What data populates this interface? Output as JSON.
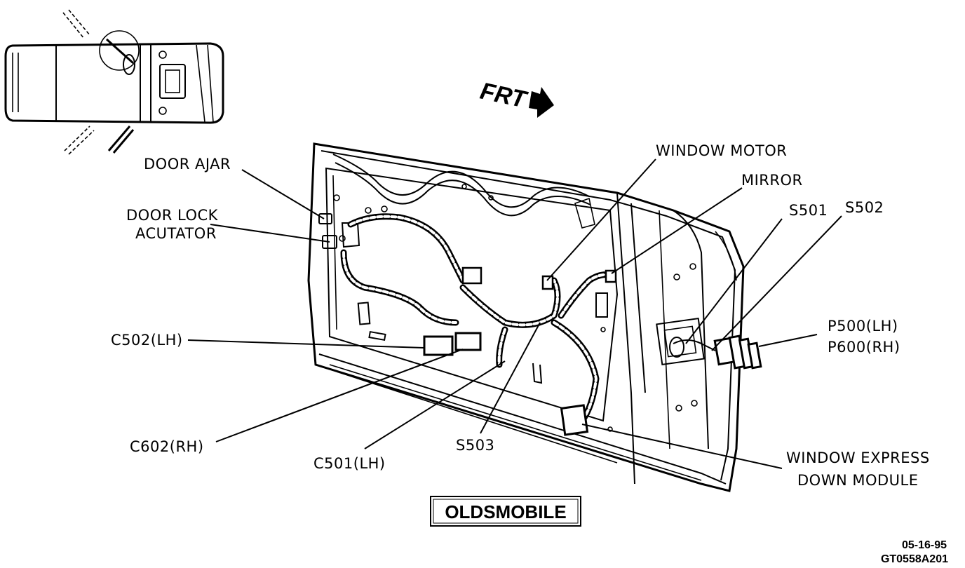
{
  "direction": {
    "label": "FRT"
  },
  "labels": {
    "door_ajar": "DOOR AJAR",
    "door_lock_line1": "DOOR LOCK",
    "door_lock_line2": "ACUTATOR",
    "window_motor": "WINDOW MOTOR",
    "mirror": "MIRROR",
    "s501": "S501",
    "s502": "S502",
    "p500": "P500(LH)",
    "p600": "P600(RH)",
    "c502": "C502(LH)",
    "c602": "C602(RH)",
    "c501": "C501(LH)",
    "s503": "S503",
    "window_express_line1": "WINDOW EXPRESS",
    "window_express_line2": "DOWN MODULE"
  },
  "brand": "OLDSMOBILE",
  "footer": {
    "date": "05-16-95",
    "code": "GT0558A201"
  }
}
